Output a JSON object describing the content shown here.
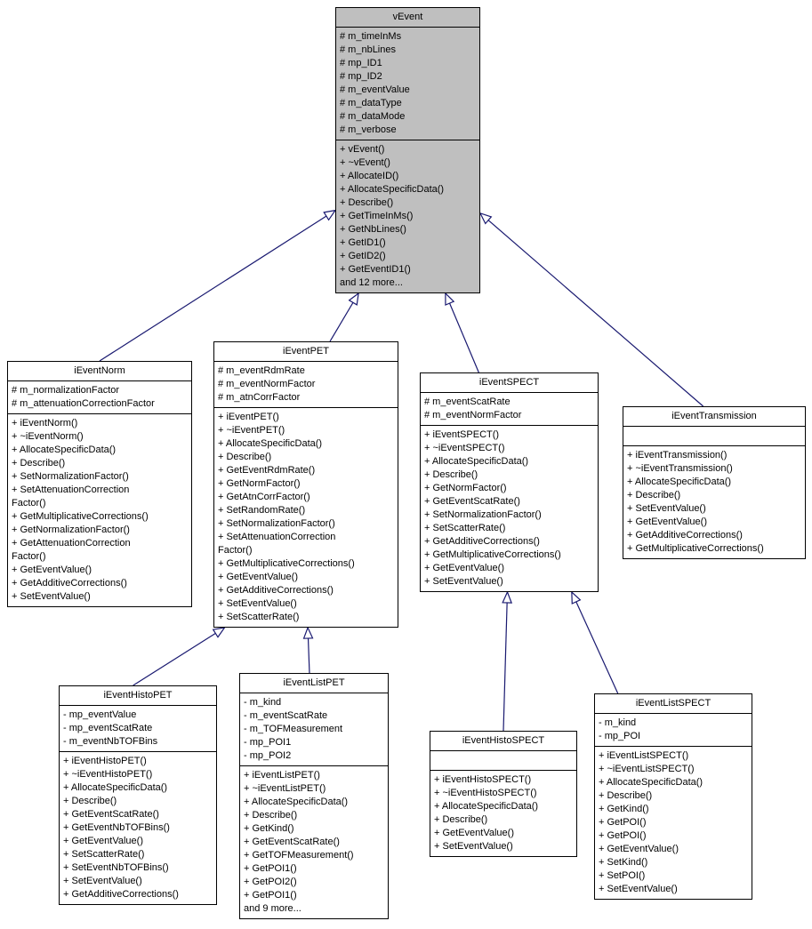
{
  "colors": {
    "node_fill": "#ffffff",
    "highlight_fill": "#bfbfbf",
    "edge_color": "#191970",
    "border_color": "#000000",
    "text_color": "#000000"
  },
  "classes": {
    "vEvent": {
      "title": "vEvent",
      "fields": [
        "# m_timeInMs",
        "# m_nbLines",
        "# mp_ID1",
        "# mp_ID2",
        "# m_eventValue",
        "# m_dataType",
        "# m_dataMode",
        "# m_verbose"
      ],
      "methods": [
        "+ vEvent()",
        "+ ~vEvent()",
        "+ AllocateID()",
        "+ AllocateSpecificData()",
        "+ Describe()",
        "+ GetTimeInMs()",
        "+ GetNbLines()",
        "+ GetID1()",
        "+ GetID2()",
        "+ GetEventID1()",
        "and 12 more..."
      ]
    },
    "iEventNorm": {
      "title": "iEventNorm",
      "fields": [
        "# m_normalizationFactor",
        "# m_attenuationCorrectionFactor"
      ],
      "methods": [
        "+ iEventNorm()",
        "+ ~iEventNorm()",
        "+ AllocateSpecificData()",
        "+ Describe()",
        "+ SetNormalizationFactor()",
        "+ SetAttenuationCorrection\nFactor()",
        "+ GetMultiplicativeCorrections()",
        "+ GetNormalizationFactor()",
        "+ GetAttenuationCorrection\nFactor()",
        "+ GetEventValue()",
        "+ GetAdditiveCorrections()",
        "+ SetEventValue()"
      ]
    },
    "iEventPET": {
      "title": "iEventPET",
      "fields": [
        "# m_eventRdmRate",
        "# m_eventNormFactor",
        "# m_atnCorrFactor"
      ],
      "methods": [
        "+ iEventPET()",
        "+ ~iEventPET()",
        "+ AllocateSpecificData()",
        "+ Describe()",
        "+ GetEventRdmRate()",
        "+ GetNormFactor()",
        "+ GetAtnCorrFactor()",
        "+ SetRandomRate()",
        "+ SetNormalizationFactor()",
        "+ SetAttenuationCorrection\nFactor()",
        "+ GetMultiplicativeCorrections()",
        "+ GetEventValue()",
        "+ GetAdditiveCorrections()",
        "+ SetEventValue()",
        "+ SetScatterRate()"
      ]
    },
    "iEventSPECT": {
      "title": "iEventSPECT",
      "fields": [
        "# m_eventScatRate",
        "# m_eventNormFactor"
      ],
      "methods": [
        "+ iEventSPECT()",
        "+ ~iEventSPECT()",
        "+ AllocateSpecificData()",
        "+ Describe()",
        "+ GetNormFactor()",
        "+ GetEventScatRate()",
        "+ SetNormalizationFactor()",
        "+ SetScatterRate()",
        "+ GetAdditiveCorrections()",
        "+ GetMultiplicativeCorrections()",
        "+ GetEventValue()",
        "+ SetEventValue()"
      ]
    },
    "iEventTransmission": {
      "title": "iEventTransmission",
      "fields": [],
      "methods": [
        "+ iEventTransmission()",
        "+ ~iEventTransmission()",
        "+ AllocateSpecificData()",
        "+ Describe()",
        "+ SetEventValue()",
        "+ GetEventValue()",
        "+ GetAdditiveCorrections()",
        "+ GetMultiplicativeCorrections()"
      ]
    },
    "iEventHistoPET": {
      "title": "iEventHistoPET",
      "fields": [
        "- mp_eventValue",
        "- mp_eventScatRate",
        "- m_eventNbTOFBins"
      ],
      "methods": [
        "+ iEventHistoPET()",
        "+ ~iEventHistoPET()",
        "+ AllocateSpecificData()",
        "+ Describe()",
        "+ GetEventScatRate()",
        "+ GetEventNbTOFBins()",
        "+ GetEventValue()",
        "+ SetScatterRate()",
        "+ SetEventNbTOFBins()",
        "+ SetEventValue()",
        "+ GetAdditiveCorrections()"
      ]
    },
    "iEventListPET": {
      "title": "iEventListPET",
      "fields": [
        "- m_kind",
        "- m_eventScatRate",
        "- m_TOFMeasurement",
        "- mp_POI1",
        "- mp_POI2"
      ],
      "methods": [
        "+ iEventListPET()",
        "+ ~iEventListPET()",
        "+ AllocateSpecificData()",
        "+ Describe()",
        "+ GetKind()",
        "+ GetEventScatRate()",
        "+ GetTOFMeasurement()",
        "+ GetPOI1()",
        "+ GetPOI2()",
        "+ GetPOI1()",
        "and 9 more..."
      ]
    },
    "iEventHistoSPECT": {
      "title": "iEventHistoSPECT",
      "fields": [],
      "methods": [
        "+ iEventHistoSPECT()",
        "+ ~iEventHistoSPECT()",
        "+ AllocateSpecificData()",
        "+ Describe()",
        "+ GetEventValue()",
        "+ SetEventValue()"
      ]
    },
    "iEventListSPECT": {
      "title": "iEventListSPECT",
      "fields": [
        "- m_kind",
        "- mp_POI"
      ],
      "methods": [
        "+ iEventListSPECT()",
        "+ ~iEventListSPECT()",
        "+ AllocateSpecificData()",
        "+ Describe()",
        "+ GetKind()",
        "+ GetPOI()",
        "+ GetPOI()",
        "+ GetEventValue()",
        "+ SetKind()",
        "+ SetPOI()",
        "+ SetEventValue()"
      ]
    }
  },
  "edges": [
    {
      "from": "iEventNorm",
      "to": "vEvent",
      "type": "inheritance"
    },
    {
      "from": "iEventPET",
      "to": "vEvent",
      "type": "inheritance"
    },
    {
      "from": "iEventSPECT",
      "to": "vEvent",
      "type": "inheritance"
    },
    {
      "from": "iEventTransmission",
      "to": "vEvent",
      "type": "inheritance"
    },
    {
      "from": "iEventHistoPET",
      "to": "iEventPET",
      "type": "inheritance"
    },
    {
      "from": "iEventListPET",
      "to": "iEventPET",
      "type": "inheritance"
    },
    {
      "from": "iEventHistoSPECT",
      "to": "iEventSPECT",
      "type": "inheritance"
    },
    {
      "from": "iEventListSPECT",
      "to": "iEventSPECT",
      "type": "inheritance"
    }
  ]
}
